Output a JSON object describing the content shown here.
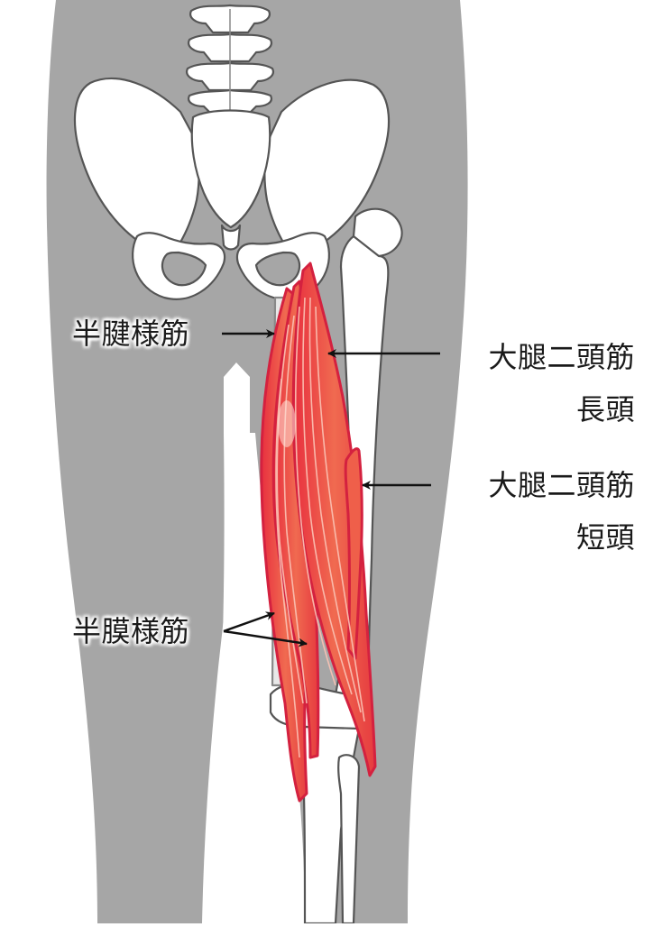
{
  "labels": {
    "semitendinosus": "半腱様筋",
    "biceps_long_line1": "大腿二頭筋",
    "biceps_long_line2": "長頭",
    "biceps_short_line1": "大腿二頭筋",
    "biceps_short_line2": "短頭",
    "semimembranosus": "半膜様筋"
  },
  "colors": {
    "background": "#ffffff",
    "body_silhouette": "#a6a6a6",
    "bone_fill": "#ffffff",
    "bone_outline": "#555555",
    "muscle_fill": "#ee5a4a",
    "muscle_outline": "#d4213f",
    "muscle_fiber": "#f9b8a8",
    "arrow": "#111111"
  },
  "icons": {
    "pointer": "arrow-icon"
  }
}
